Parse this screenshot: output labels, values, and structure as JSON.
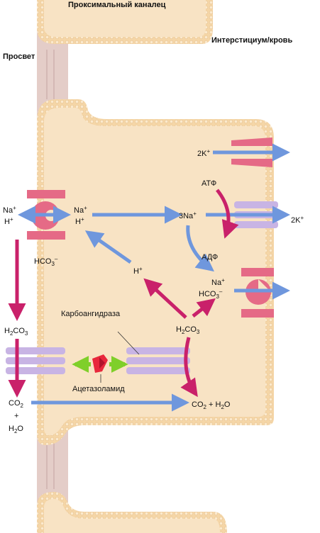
{
  "titles": {
    "proximal_tubule": "Проксимальный каналец",
    "interstitium": "Интерстициум/кровь",
    "lumen": "Просвет"
  },
  "labels": {
    "k_in": "2K",
    "na_lumen": "Na",
    "h_lumen": "H",
    "na_cell": "Na",
    "h_cell": "H",
    "three_na": "3Na",
    "k_out": "2K",
    "atp": "АТФ",
    "adp": "АДФ",
    "hco3_lumen": "HCO",
    "h_mid": "H",
    "na_baso": "Na",
    "hco3_baso": "HCO",
    "carbonic_anhydrase": "Карбоангидраза",
    "h2co3_lumen": "H",
    "h2co3_cell": "H",
    "acetazolamide": "Ацетазоламид",
    "co2_lumen": "CO",
    "plus": "+",
    "h2o_lumen": "H",
    "co2_cell": "CO",
    "h2o_cell_prefix": " + H",
    "h2o_suffix": "O",
    "co3_suffix": "CO",
    "subscripts": {
      "two": "2",
      "three": "3"
    },
    "superscripts": {
      "plus": "+",
      "minus": "–"
    }
  },
  "colors": {
    "cell_fill": "#f8e3c4",
    "membrane_fill": "#f5d6a7",
    "membrane_bead": "#fbe8c8",
    "lumen_strip": "#dcc3c3",
    "blue_arrow": "#6f97dd",
    "magenta_arrow": "#c9216a",
    "pink_transporter": "#e56a86",
    "lavender_channel": "#c8b4e4",
    "red_inhibitor": "#e8283c",
    "green_arrow": "#7fcf2a"
  }
}
